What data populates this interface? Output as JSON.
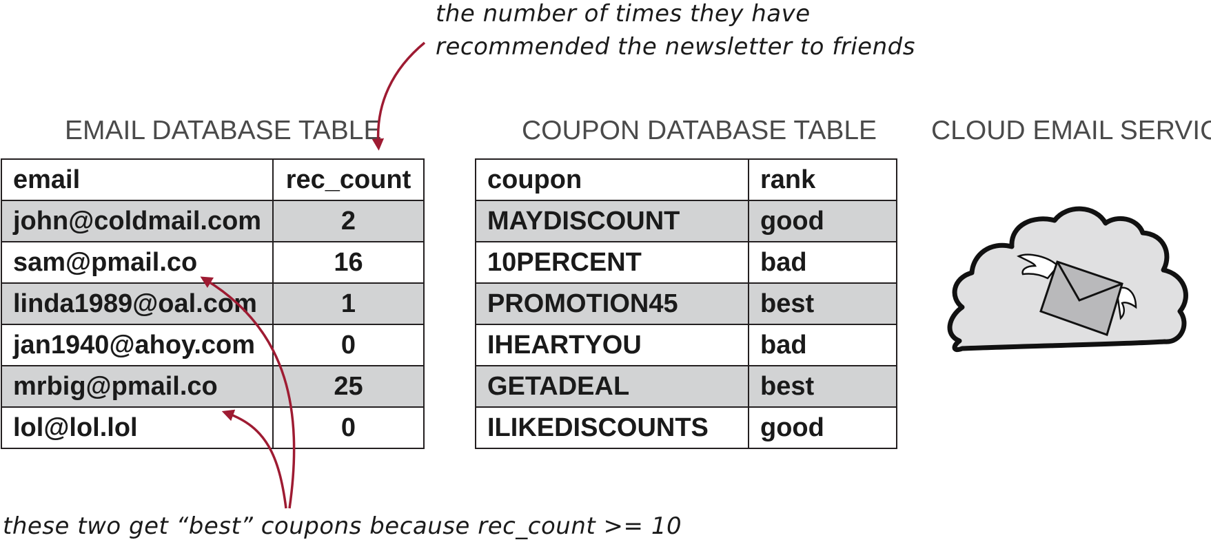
{
  "annotations": {
    "top_line1": "the number of times they have",
    "top_line2": "recommended the newsletter to friends",
    "bottom": "these two get “best” coupons because rec_count >= 10"
  },
  "email_table": {
    "title": "EMAIL DATABASE TABLE",
    "headers": [
      "email",
      "rec_count"
    ],
    "rows": [
      {
        "email": "john@coldmail.com",
        "rec_count": "2",
        "shaded": true
      },
      {
        "email": "sam@pmail.co",
        "rec_count": "16",
        "shaded": false
      },
      {
        "email": "linda1989@oal.com",
        "rec_count": "1",
        "shaded": true
      },
      {
        "email": "jan1940@ahoy.com",
        "rec_count": "0",
        "shaded": false
      },
      {
        "email": "mrbig@pmail.co",
        "rec_count": "25",
        "shaded": true
      },
      {
        "email": "lol@lol.lol",
        "rec_count": "0",
        "shaded": false
      }
    ]
  },
  "coupon_table": {
    "title": "COUPON DATABASE TABLE",
    "headers": [
      "coupon",
      "rank"
    ],
    "rows": [
      {
        "coupon": "MAYDISCOUNT",
        "rank": "good",
        "shaded": true
      },
      {
        "coupon": "10PERCENT",
        "rank": "bad",
        "shaded": false
      },
      {
        "coupon": "PROMOTION45",
        "rank": "best",
        "shaded": true
      },
      {
        "coupon": "IHEARTYOU",
        "rank": "bad",
        "shaded": false
      },
      {
        "coupon": "GETADEAL",
        "rank": "best",
        "shaded": true
      },
      {
        "coupon": "ILIKEDISCOUNTS",
        "rank": "good",
        "shaded": false
      }
    ]
  },
  "cloud_service": {
    "title": "CLOUD EMAIL SERVICE",
    "icon": "cloud-winged-envelope-icon"
  },
  "colors": {
    "arrow": "#9e1b32",
    "shaded_row": "#d2d3d4",
    "cloud_fill": "#e0e0e1",
    "title_text": "#4a4a4a"
  }
}
